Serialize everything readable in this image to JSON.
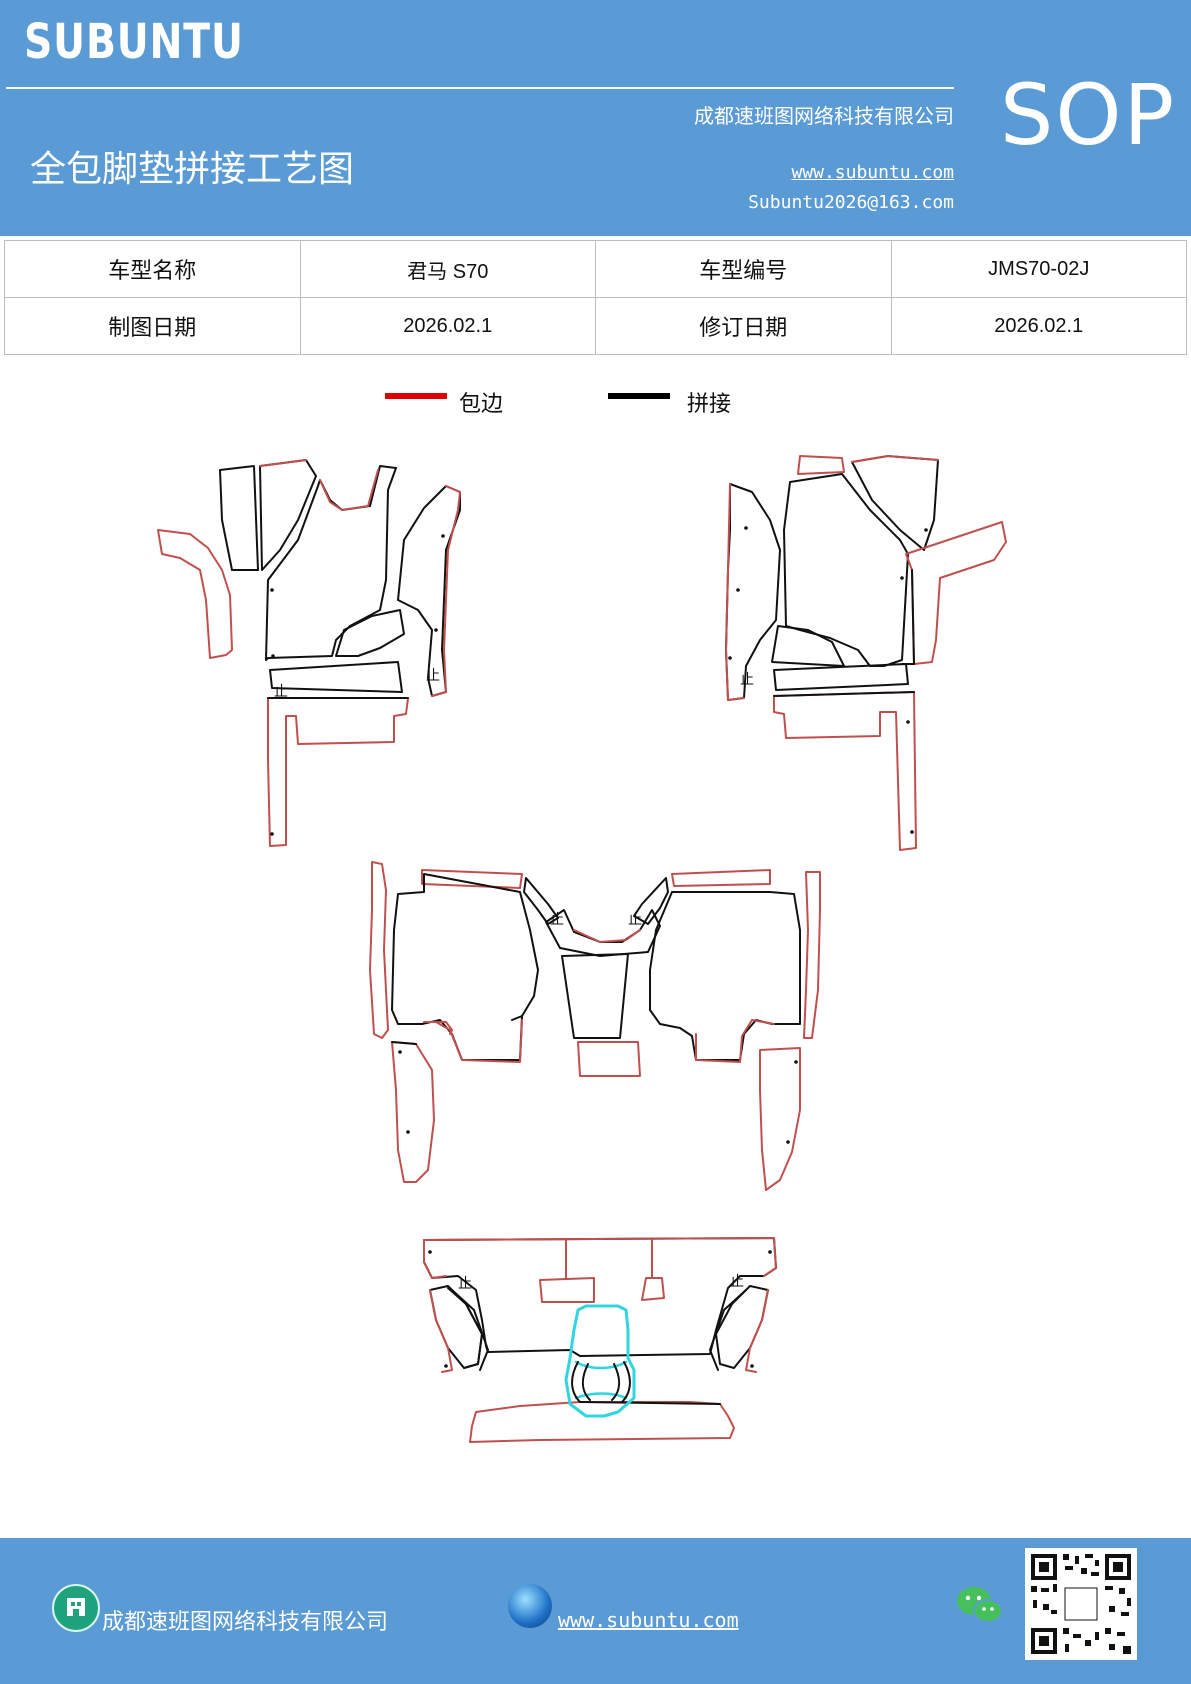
{
  "header": {
    "brand": "SUBUNTU",
    "company": "成都速班图网络科技有限公司",
    "title": "全包脚垫拼接工艺图",
    "website": "www.subuntu.com",
    "email": "Subuntu2026@163.com",
    "sop": "SOP",
    "background_color": "#5b9bd5"
  },
  "info_table": {
    "rows": [
      {
        "label1": "车型名称",
        "value1": "君马 S70",
        "label2": "车型编号",
        "value2": "JMS70-02J"
      },
      {
        "label1": "制图日期",
        "value1": "2026.02.1",
        "label2": "修订日期",
        "value2": "2026.02.1"
      }
    ]
  },
  "legend": {
    "items": [
      {
        "label": "包边",
        "color": "#e00000"
      },
      {
        "label": "拼接",
        "color": "#000000"
      }
    ]
  },
  "diagram": {
    "stop_mark": "止",
    "colors": {
      "edge": "#c0504d",
      "seam": "#111111",
      "highlight": "#2fd6e0"
    }
  },
  "footer": {
    "company": "成都速班图网络科技有限公司",
    "website": "www.subuntu.com ",
    "icons": [
      "building-icon",
      "globe-icon",
      "wechat-icon",
      "qr-code"
    ]
  }
}
